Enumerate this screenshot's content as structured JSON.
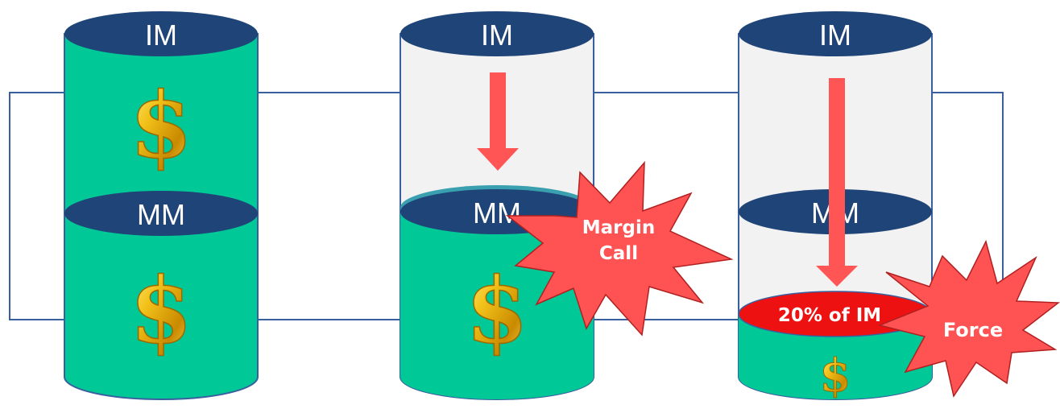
{
  "diagram": {
    "connector_color": "#3a5f9e",
    "colors": {
      "cap": "#1f4478",
      "cap_text": "#ffffff",
      "fill_green": "#00c896",
      "empty_gray": "#f2f2f2",
      "outline": "#3a5f9e",
      "arrow": "#ff5555",
      "burst": "#ff5252",
      "threshold_oval": "#ee1111"
    },
    "cylinders": [
      {
        "id": "full",
        "top_label": "IM",
        "mid_label": "MM",
        "fill_level": "full",
        "dollar_icons": [
          "dollar-sign-icon",
          "dollar-sign-icon"
        ]
      },
      {
        "id": "margin-call",
        "top_label": "IM",
        "mid_label": "MM",
        "fill_level": "maintenance",
        "dollar_icons": [
          "dollar-sign-icon"
        ]
      },
      {
        "id": "forced",
        "top_label": "IM",
        "mid_label": "MM",
        "fill_level": "low",
        "threshold_label": "20% of IM",
        "dollar_icons": [
          "dollar-sign-icon"
        ]
      }
    ],
    "bursts": [
      {
        "id": "margin-call",
        "lines": [
          "Margin",
          "Call"
        ]
      },
      {
        "id": "force",
        "lines": [
          "Force"
        ]
      }
    ],
    "glyph": "$"
  }
}
